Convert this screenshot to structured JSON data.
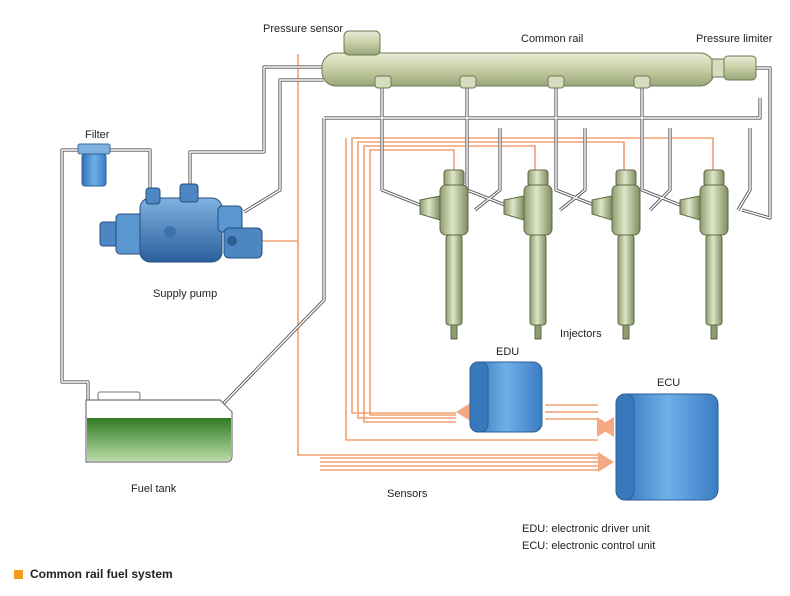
{
  "labels": {
    "pressure_sensor": "Pressure sensor",
    "common_rail": "Common rail",
    "pressure_limiter": "Pressure limiter",
    "filter": "Filter",
    "supply_pump": "Supply pump",
    "injectors": "Injectors",
    "edu": "EDU",
    "ecu": "ECU",
    "fuel_tank": "Fuel tank",
    "sensors": "Sensors"
  },
  "legend": [
    "EDU: electronic driver unit",
    "ECU: electronic control unit"
  ],
  "caption": "Common rail fuel system",
  "colors": {
    "rail": "#c9d1a8",
    "injector": "#b9c79a",
    "pump": "#4a86c5",
    "unit": "#4f93d6",
    "fuel": "#3d8a2e",
    "wire": "#f0a070",
    "pipe": "#555555",
    "accent": "#f39a1e"
  }
}
